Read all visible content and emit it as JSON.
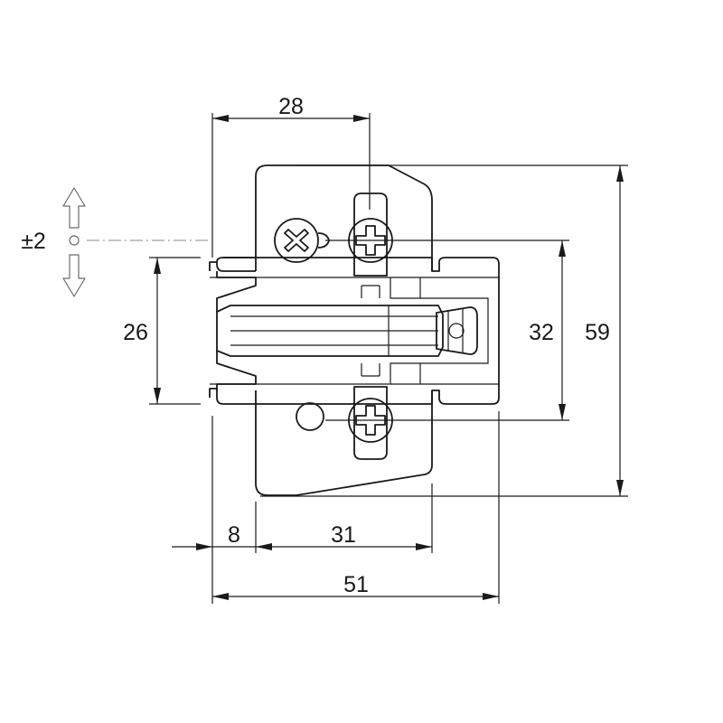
{
  "drawing": {
    "colors": {
      "line": "#1a1a1a",
      "adjust_arrow": "#6b6b6b",
      "centerline": "#8a8a8a",
      "background": "#ffffff"
    },
    "dimensions": {
      "top_width": "28",
      "height_total": "59",
      "hole_spacing": "32",
      "arm_width": "26",
      "bottom_offset": "8",
      "bottom_middle": "31",
      "bottom_total": "51",
      "adjustment": "±2"
    }
  }
}
